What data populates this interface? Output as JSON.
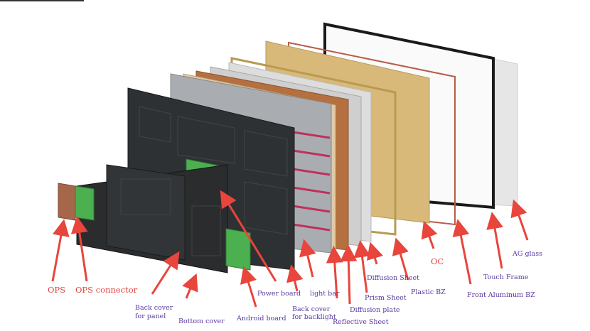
{
  "labels": {
    "ops": "OPS",
    "ops_connector": "OPS connector",
    "back_cover_panel_1": "Back cover",
    "back_cover_panel_2": "for panel",
    "bottom_cover": "Bottom cover",
    "android_board": "Android board",
    "power_board": "Power board",
    "light_bar": "light bar",
    "back_cover_backlight_1": "Back cover",
    "back_cover_backlight_2": "for backlight",
    "reflective_sheet": "Reflective Sheet",
    "diffusion_plate": "Diffusion plate",
    "prism_sheet": "Prism Sheet",
    "diffusion_sheet": "Diffusion Sheet",
    "plastic_bz": "Plastic BZ",
    "oc": "OC",
    "front_aluminum_bz": "Front Aluminum BZ",
    "touch_frame": "Touch Frame",
    "ag_glass": "AG glass"
  },
  "colors": {
    "label_purple": "#5a3aa0",
    "label_red": "#e0463f",
    "arrow_red": "#e8453c",
    "panel_dark": "#2e3133",
    "pcb_green": "#4caf50",
    "copper": "#b4703f",
    "gold_sheet": "#d9b97a",
    "glass": "#e4e4e4"
  }
}
